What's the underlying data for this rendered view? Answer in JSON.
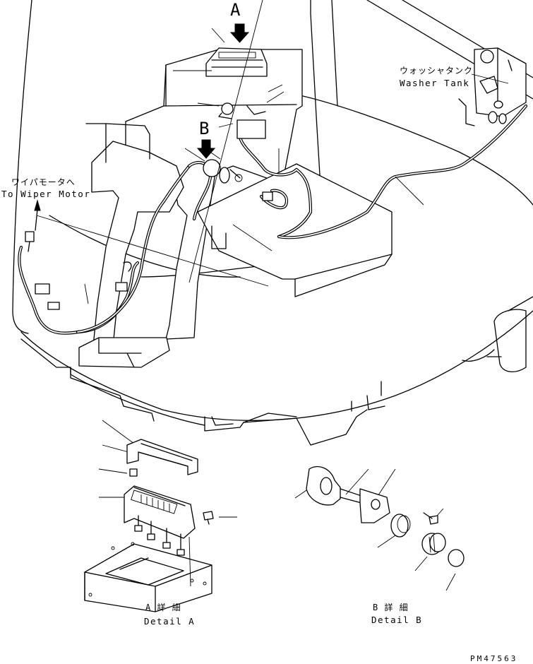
{
  "labels": {
    "arrow_a": "A",
    "arrow_b": "B",
    "washer_tank_jp": "ウォッシャタンク",
    "washer_tank_en": "Washer Tank",
    "wiper_motor_jp": "ワイパモータへ",
    "wiper_motor_en": "To Wiper Motor",
    "detail_a_jp": "A 詳 細",
    "detail_a_en": "Detail A",
    "detail_b_jp": "B 詳 細",
    "detail_b_en": "Detail B",
    "drawing_code": "PM47563"
  }
}
